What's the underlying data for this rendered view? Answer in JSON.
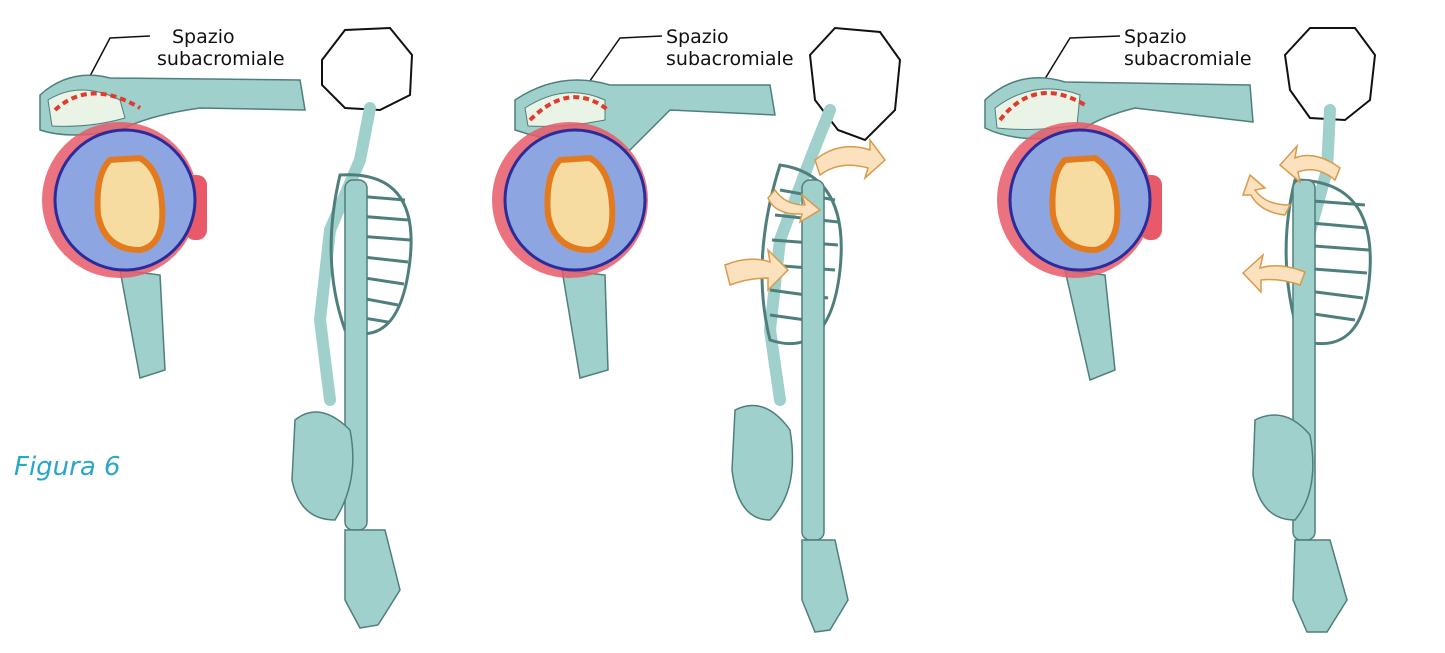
{
  "figure_label": "Figura 6",
  "panels": [
    {
      "label_line1": "Spazio",
      "label_line2": "subacromiale",
      "arrows": "none"
    },
    {
      "label_line1": "Spazio",
      "label_line2": "subacromiale",
      "arrows": "forward-rotation"
    },
    {
      "label_line1": "Spazio",
      "label_line2": "subacromiale",
      "arrows": "backward-rotation"
    }
  ],
  "colors": {
    "bone": "#9fd0cc",
    "bone_outline": "#4f7f7c",
    "muscle": "#e85a6a",
    "humeral_head": "#8da5e0",
    "cartilage": "#e47a1e",
    "marrow": "#f6dca0",
    "dashed_space": "#e23b2b",
    "arrow_fill": "#fbe1bd",
    "figure_label": "#2aa6c8"
  }
}
